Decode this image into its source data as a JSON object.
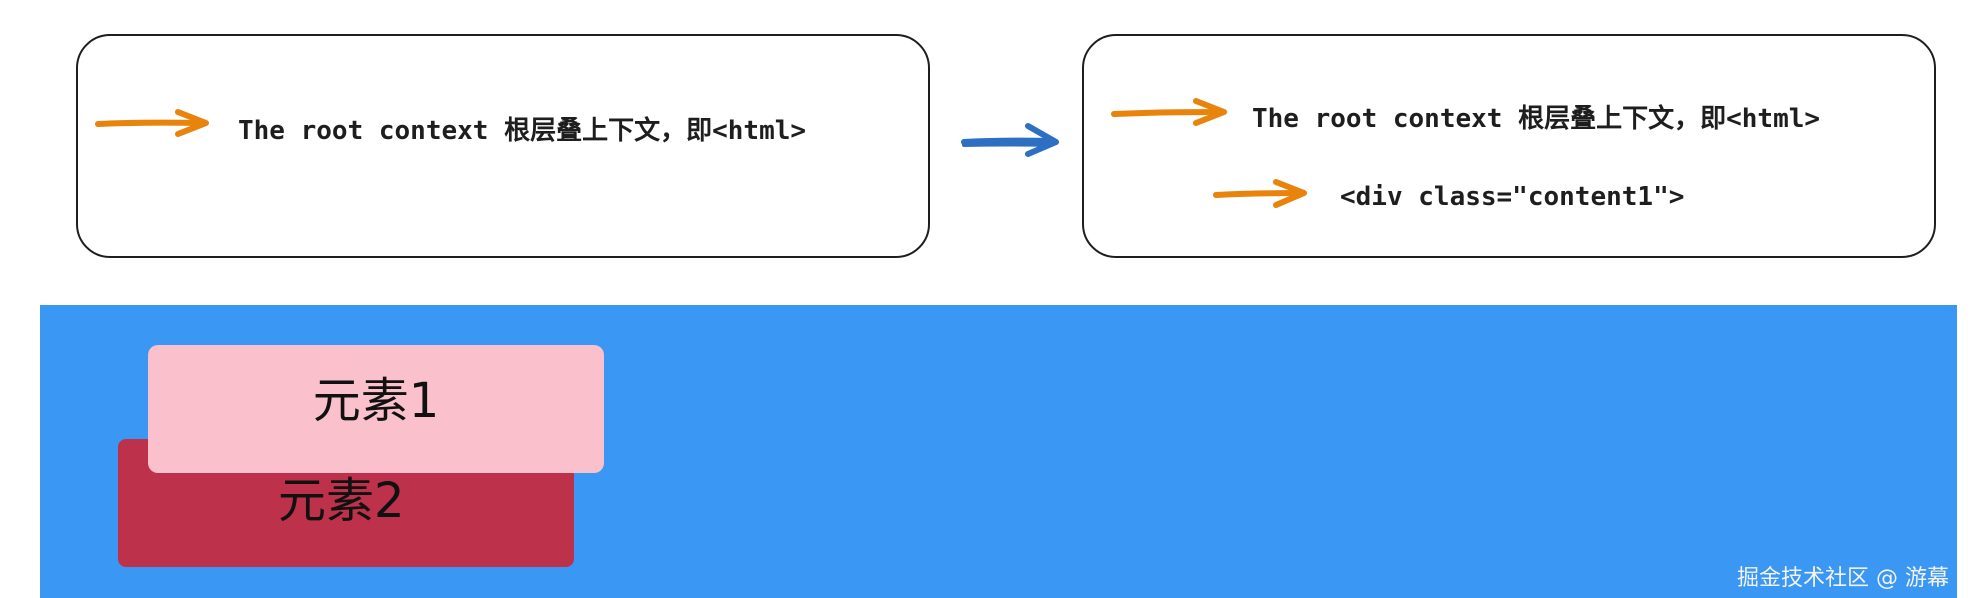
{
  "diagram": {
    "before_box": {
      "lines": [
        {
          "text": "The root context 根层叠上下文，即<html>"
        }
      ]
    },
    "after_box": {
      "lines": [
        {
          "text": "The root context 根层叠上下文，即<html>"
        },
        {
          "text": "<div class=\"content1\">"
        }
      ]
    },
    "colors": {
      "pointer_arrow": "#e8830c",
      "transition_arrow": "#2d6fc3",
      "box_stroke": "#1e1e1e"
    }
  },
  "stage": {
    "background": "#3a97f3",
    "element1": {
      "label": "元素1",
      "color": "#fac1cd"
    },
    "element2": {
      "label": "元素2",
      "color": "#bd314a"
    },
    "watermark": "掘金技术社区 @ 游幕"
  }
}
